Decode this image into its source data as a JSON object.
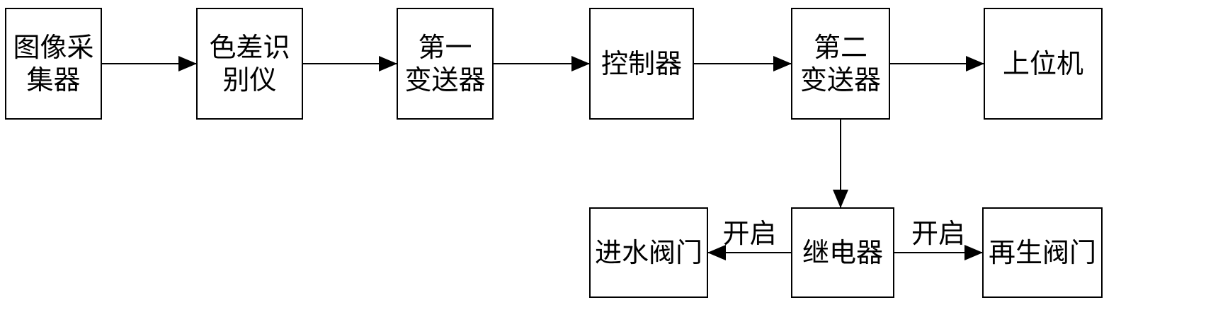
{
  "nodes": [
    {
      "id": "image-collector",
      "lines": [
        "图像采",
        "集器"
      ]
    },
    {
      "id": "color-difference-identifier",
      "lines": [
        "色差识",
        "别仪"
      ]
    },
    {
      "id": "first-transmitter",
      "lines": [
        "第一",
        "变送器"
      ]
    },
    {
      "id": "controller",
      "lines": [
        "控制器"
      ]
    },
    {
      "id": "second-transmitter",
      "lines": [
        "第二",
        "变送器"
      ]
    },
    {
      "id": "host-computer",
      "lines": [
        "上位机"
      ]
    },
    {
      "id": "water-inlet-valve",
      "lines": [
        "进水阀门"
      ]
    },
    {
      "id": "relay",
      "lines": [
        "继电器"
      ]
    },
    {
      "id": "regeneration-valve",
      "lines": [
        "再生阀门"
      ]
    }
  ],
  "edges": [
    {
      "from": "image-collector",
      "to": "color-difference-identifier",
      "label": ""
    },
    {
      "from": "color-difference-identifier",
      "to": "first-transmitter",
      "label": ""
    },
    {
      "from": "first-transmitter",
      "to": "controller",
      "label": ""
    },
    {
      "from": "controller",
      "to": "second-transmitter",
      "label": ""
    },
    {
      "from": "second-transmitter",
      "to": "host-computer",
      "label": ""
    },
    {
      "from": "second-transmitter",
      "to": "relay",
      "label": ""
    },
    {
      "from": "relay",
      "to": "water-inlet-valve",
      "label": "开启"
    },
    {
      "from": "relay",
      "to": "regeneration-valve",
      "label": "开启"
    }
  ]
}
